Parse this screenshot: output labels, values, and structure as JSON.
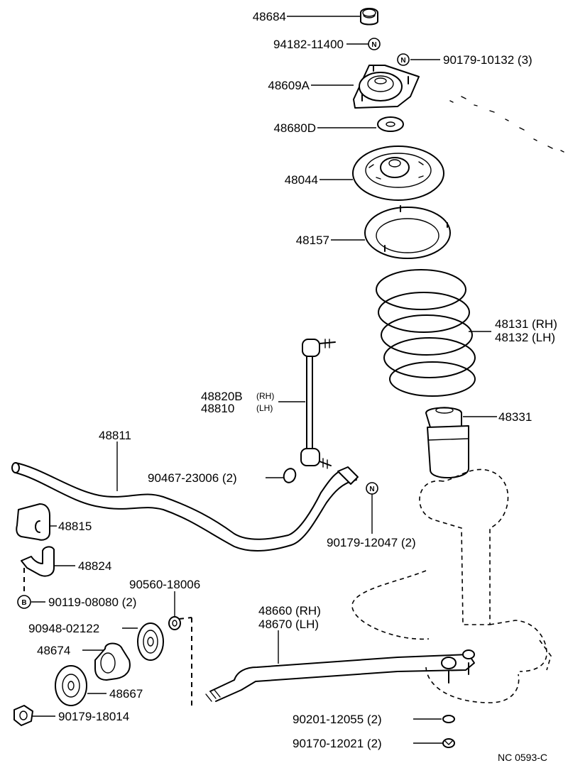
{
  "diagram": {
    "catalog_code": "NC  0593-C",
    "parts": {
      "p48684": "48684",
      "p94182": "94182-11400",
      "p90179_10132": "90179-10132 (3)",
      "p48609A": "48609A",
      "p48680D": "48680D",
      "p48044": "48044",
      "p48157": "48157",
      "p48131": "48131 (RH)",
      "p48132": "48132 (LH)",
      "p48820B": "48820B",
      "p48820B_side": "(RH)",
      "p48810": "48810",
      "p48810_side": "(LH)",
      "p48331": "48331",
      "p48811": "48811",
      "p90467": "90467-23006 (2)",
      "p90179_12047": "90179-12047 (2)",
      "p48815": "48815",
      "p48824": "48824",
      "p90119": "90119-08080 (2)",
      "p90560": "90560-18006",
      "p48660": "48660 (RH)",
      "p48670": "48670 (LH)",
      "p90948": "90948-02122",
      "p48674": "48674",
      "p48667": "48667",
      "p90179_18014": "90179-18014",
      "p90201": "90201-12055 (2)",
      "p90170": "90170-12021 (2)"
    },
    "symbols": {
      "nut": "N",
      "bolt": "B"
    }
  }
}
